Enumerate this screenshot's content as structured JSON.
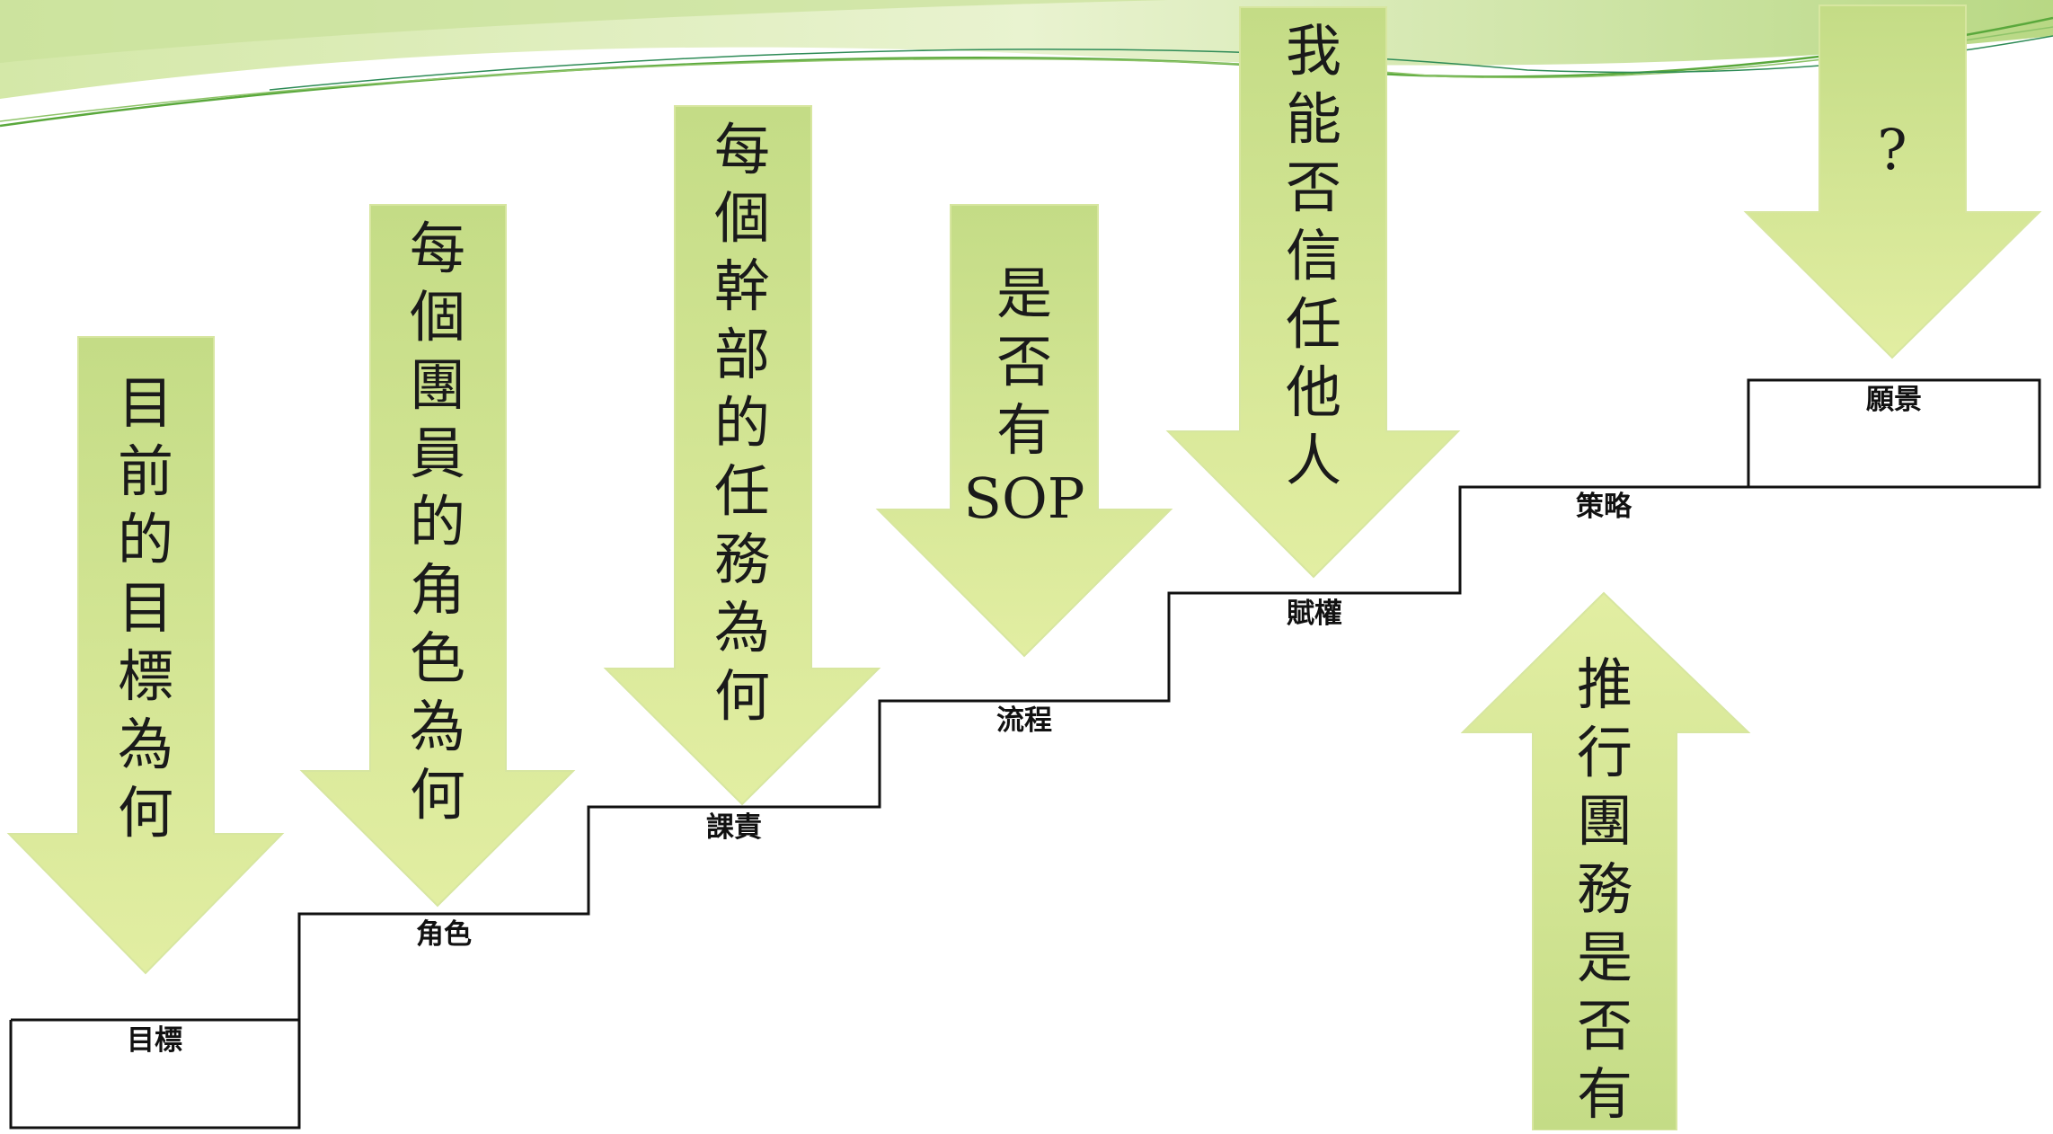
{
  "steps": [
    {
      "id": "s1",
      "label": "目標"
    },
    {
      "id": "s2",
      "label": "角色"
    },
    {
      "id": "s3",
      "label": "課責"
    },
    {
      "id": "s4",
      "label": "流程"
    },
    {
      "id": "s5",
      "label": "賦權"
    },
    {
      "id": "s6",
      "label": "策略"
    },
    {
      "id": "s7",
      "label": "願景"
    }
  ],
  "down_arrows": [
    {
      "id": "a1",
      "chars": [
        "目",
        "前",
        "的",
        "目",
        "標",
        "為",
        "何"
      ]
    },
    {
      "id": "a2",
      "chars": [
        "每",
        "個",
        "團",
        "員",
        "的",
        "角",
        "色",
        "為",
        "何"
      ]
    },
    {
      "id": "a3",
      "chars": [
        "每",
        "個",
        "幹",
        "部",
        "的",
        "任",
        "務",
        "為",
        "何"
      ]
    },
    {
      "id": "a4",
      "chars": [
        "是",
        "否",
        "有",
        "SOP"
      ]
    },
    {
      "id": "a5",
      "chars": [
        "我",
        "能",
        "否",
        "信",
        "任",
        "他",
        "人"
      ]
    },
    {
      "id": "a6",
      "chars": [
        "?"
      ]
    }
  ],
  "up_arrow": {
    "id": "u1",
    "chars": [
      "推",
      "行",
      "團",
      "務",
      "是",
      "否",
      "有"
    ]
  },
  "colors": {
    "arrow_fill_top": "#c4dc86",
    "arrow_fill_bottom": "#e2eea2",
    "arrow_stroke": "#d7e6a0",
    "stair_line": "#111111",
    "wave_light": "#e4f0c0",
    "wave_mid": "#b5d67c",
    "wave_dark": "#5aa83c",
    "wave_accent": "#2e8b57"
  }
}
